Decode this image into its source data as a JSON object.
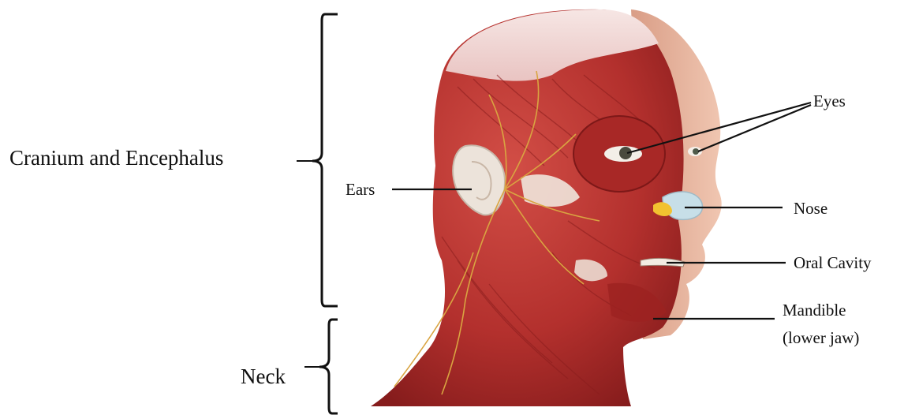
{
  "labels": {
    "cranium": "Cranium and Encephalus",
    "neck": "Neck",
    "ears": "Ears",
    "eyes": "Eyes",
    "nose": "Nose",
    "oral_cavity": "Oral Cavity",
    "mandible_line1": "Mandible",
    "mandible_line2": "(lower jaw)"
  },
  "colors": {
    "background": "#ffffff",
    "muscle": "#b8322f",
    "muscle_dark": "#8e1f1e",
    "muscle_light": "#d4554c",
    "skin": "#e8b8a2",
    "cartilage": "#efe6dc",
    "scalp": "#f2dede",
    "nerve": "#d9a441",
    "nose_cartilage": "#c7dfe8",
    "nasal_yellow": "#f2c230",
    "line": "#111111"
  },
  "icons": {
    "figure": "head-neck-musculature-illustration"
  }
}
